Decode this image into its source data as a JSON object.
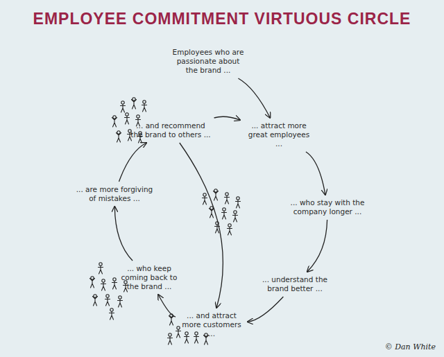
{
  "diagram": {
    "title": "EMPLOYEE COMMITMENT VIRTUOUS CIRCLE",
    "nodes": [
      {
        "text": [
          "Employees who are passionate about the brand ..."
        ]
      },
      {
        "text": [
          "... attract more great employees ..."
        ]
      },
      {
        "text": [
          "... who stay with the company longer ..."
        ]
      },
      {
        "text": [
          "... understand the brand better ..."
        ]
      },
      {
        "text": [
          "... and attract more customers ..."
        ]
      },
      {
        "text": [
          "... who keep coming back to the brand ..."
        ]
      },
      {
        "text": [
          "... are more forgiving of mistakes ..."
        ]
      },
      {
        "text": [
          "... and recommend the brand to others ..."
        ]
      }
    ],
    "edges": [
      {
        "from": 0,
        "to": 1,
        "arrow": "to"
      },
      {
        "from": 1,
        "to": 2,
        "arrow": "to"
      },
      {
        "from": 2,
        "to": 3,
        "arrow": "to"
      },
      {
        "from": 3,
        "to": 4,
        "arrow": "to"
      },
      {
        "from": 4,
        "to": 5,
        "arrow": "to"
      },
      {
        "from": 5,
        "to": 6,
        "arrow": "to"
      },
      {
        "from": 6,
        "to": 7,
        "arrow": "to"
      },
      {
        "from": 7,
        "to": 1,
        "arrow": "to"
      },
      {
        "from": 7,
        "to": 4,
        "arrow": "to"
      }
    ],
    "labels": [
      "© Dan White"
    ]
  }
}
